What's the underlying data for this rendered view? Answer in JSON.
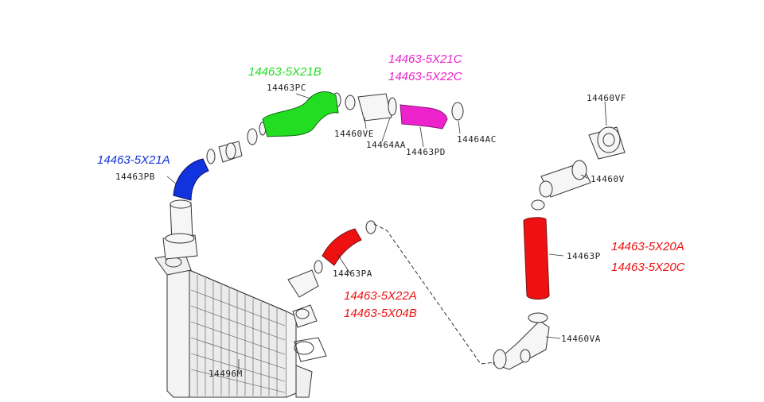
{
  "colors": {
    "green": "#22dd22",
    "magenta": "#ee22cc",
    "blue": "#1133dd",
    "red": "#ee1111",
    "line": "#333333"
  },
  "part_numbers": {
    "green": "14463-5X21B",
    "magenta_1": "14463-5X21C",
    "magenta_2": "14463-5X22C",
    "blue": "14463-5X21A",
    "red_center_1": "14463-5X22A",
    "red_center_2": "14463-5X04B",
    "red_right_1": "14463-5X20A",
    "red_right_2": "14463-5X20C"
  },
  "callouts": {
    "pc": "14463PC",
    "ve": "14460VE",
    "aa": "14464AA",
    "pd": "14463PD",
    "ac": "14464AC",
    "vf": "14460VF",
    "pb": "14463PB",
    "v": "14460V",
    "pa": "14463PA",
    "p": "14463P",
    "va": "14460VA",
    "m": "14496M"
  }
}
